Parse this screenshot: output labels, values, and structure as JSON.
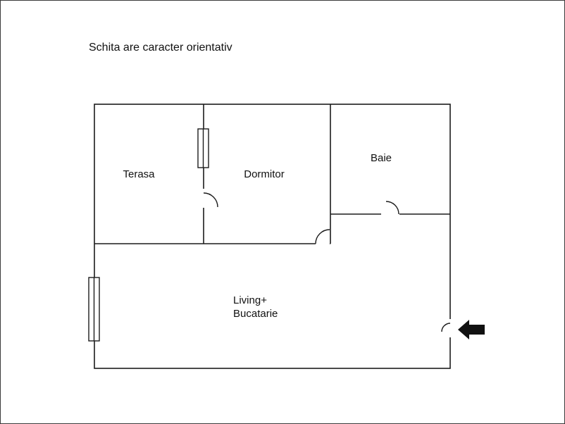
{
  "title": "Schita are caracter orientativ",
  "rooms": {
    "terasa": {
      "label": "Terasa"
    },
    "dormitor": {
      "label": "Dormitor"
    },
    "baie": {
      "label": "Baie"
    },
    "living": {
      "label_line1": "Living+",
      "label_line2": "Bucatarie"
    }
  },
  "icons": {
    "entrance_arrow": "arrow-left-solid",
    "window_symbol": "double-line-window"
  },
  "colors": {
    "wall": "#1c1c1c",
    "background": "#ffffff",
    "arrow": "#111111"
  }
}
